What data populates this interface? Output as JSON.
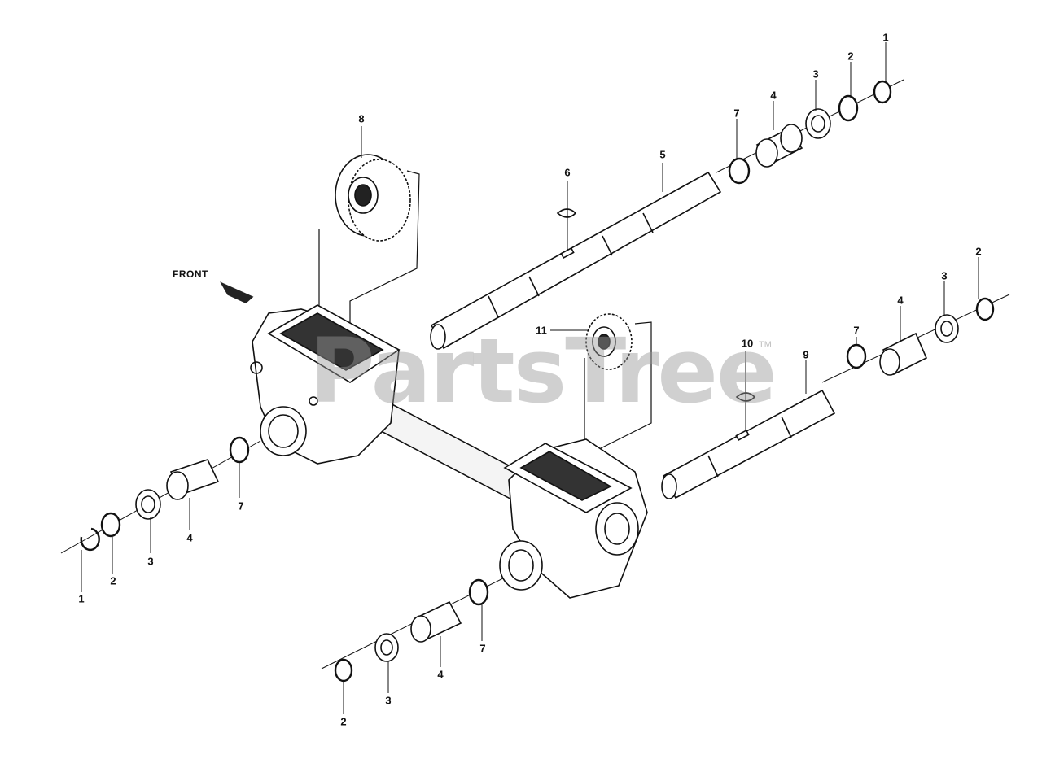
{
  "diagram": {
    "front_label": "FRONT",
    "watermark": "PartsTree",
    "watermark_tm": "TM",
    "callouts": [
      {
        "id": "c1-top",
        "text": "1"
      },
      {
        "id": "c2-top",
        "text": "2"
      },
      {
        "id": "c3-top",
        "text": "3"
      },
      {
        "id": "c4-top",
        "text": "4"
      },
      {
        "id": "c7-top",
        "text": "7"
      },
      {
        "id": "c5",
        "text": "5"
      },
      {
        "id": "c6",
        "text": "6"
      },
      {
        "id": "c8",
        "text": "8"
      },
      {
        "id": "c11",
        "text": "11"
      },
      {
        "id": "c10",
        "text": "10"
      },
      {
        "id": "c9",
        "text": "9"
      },
      {
        "id": "c7-right",
        "text": "7"
      },
      {
        "id": "c4-right",
        "text": "4"
      },
      {
        "id": "c3-right",
        "text": "3"
      },
      {
        "id": "c2-right",
        "text": "2"
      },
      {
        "id": "c7-left",
        "text": "7"
      },
      {
        "id": "c4-left",
        "text": "4"
      },
      {
        "id": "c3-left",
        "text": "3"
      },
      {
        "id": "c2-left",
        "text": "2"
      },
      {
        "id": "c1-left",
        "text": "1"
      },
      {
        "id": "c7-bottom",
        "text": "7"
      },
      {
        "id": "c4-bottom",
        "text": "4"
      },
      {
        "id": "c3-bottom",
        "text": "3"
      },
      {
        "id": "c2-bottom",
        "text": "2"
      }
    ]
  }
}
